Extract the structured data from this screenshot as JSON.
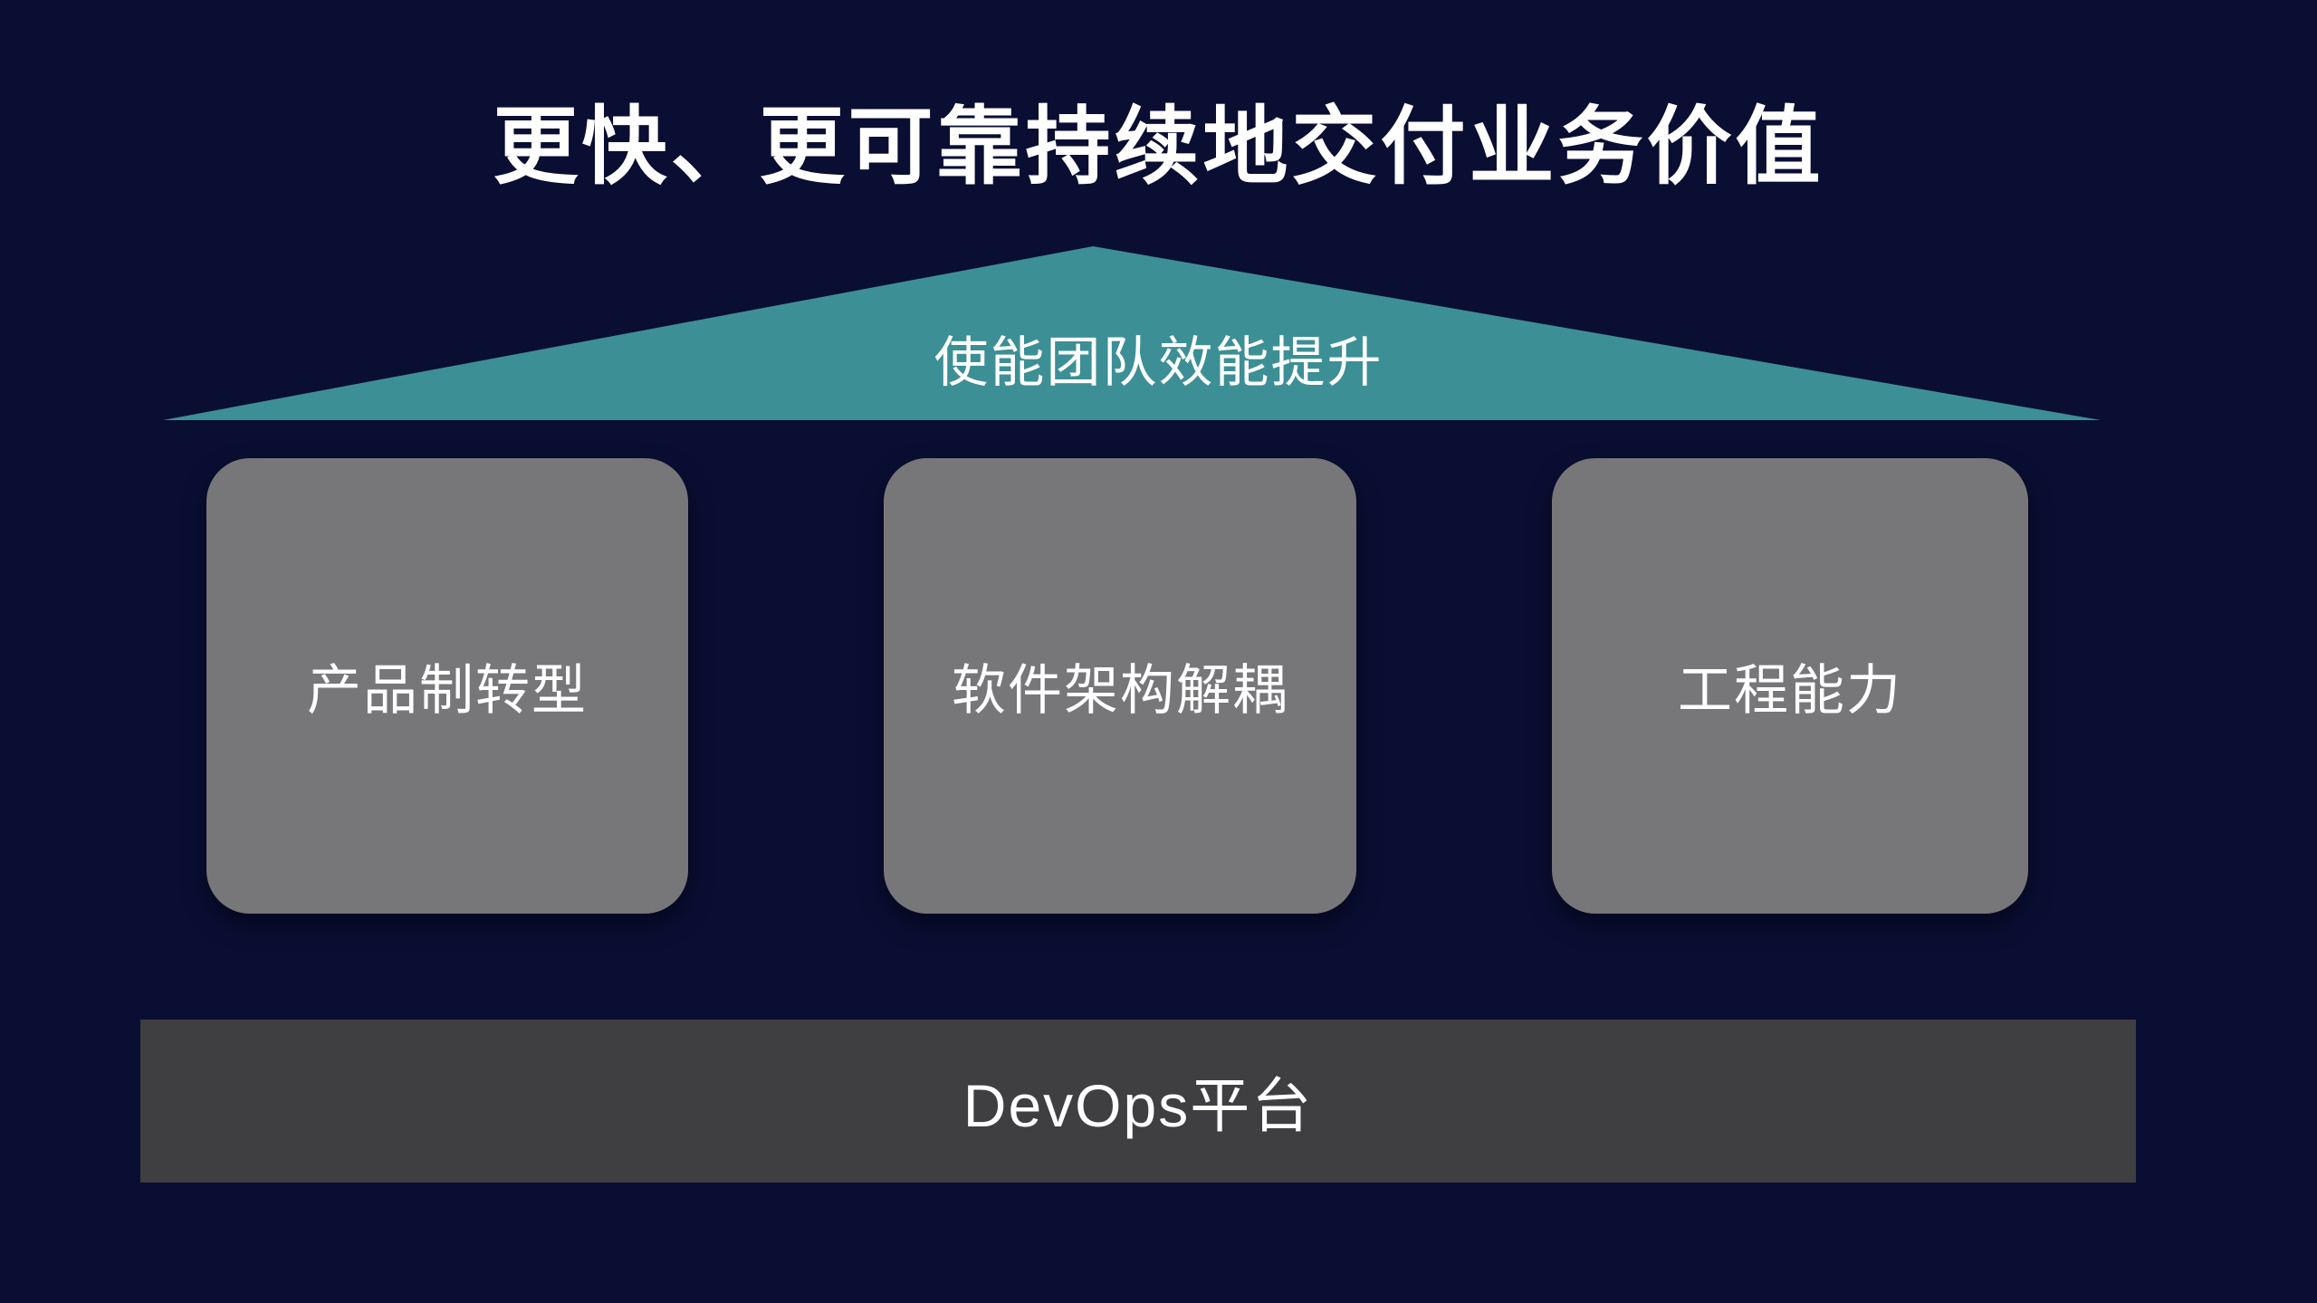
{
  "slide": {
    "title": "更快、更可靠持续地交付业务价值",
    "roof_label": "使能团队效能提升",
    "pillars": [
      {
        "label": "产品制转型"
      },
      {
        "label": "软件架构解耦"
      },
      {
        "label": "工程能力"
      }
    ],
    "platform_label": "DevOps平台"
  },
  "colors": {
    "background": "#0a0e33",
    "roof": "#3d8f96",
    "pillar": "#77777a",
    "platform": "#3f3f42",
    "text": "#ffffff"
  }
}
